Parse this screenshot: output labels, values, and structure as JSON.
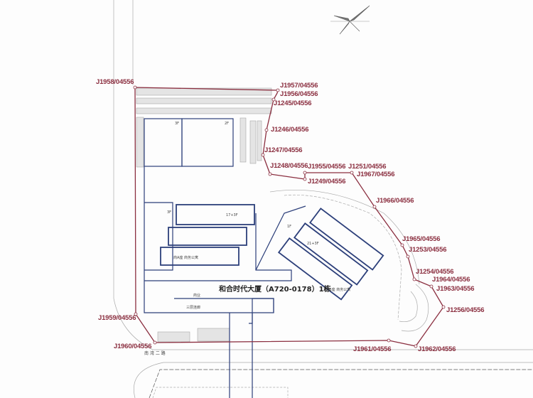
{
  "boundary_points": [
    {
      "id": "J1958",
      "label": "J1958/04556"
    },
    {
      "id": "J1957",
      "label": "J1957/04556"
    },
    {
      "id": "J1956",
      "label": "J1956/04556"
    },
    {
      "id": "J1245",
      "label": "J1245/04556"
    },
    {
      "id": "J1246",
      "label": "J1246/04556"
    },
    {
      "id": "J1247",
      "label": "J1247/04556"
    },
    {
      "id": "J1248",
      "label": "J1248/04556"
    },
    {
      "id": "J1955",
      "label": "J1955/04556"
    },
    {
      "id": "J1251",
      "label": "J1251/04556"
    },
    {
      "id": "J1249",
      "label": "J1249/04556"
    },
    {
      "id": "J1967",
      "label": "J1967/04556"
    },
    {
      "id": "J1966",
      "label": "J1966/04556"
    },
    {
      "id": "J1965",
      "label": "J1965/04556"
    },
    {
      "id": "J1253",
      "label": "J1253/04556"
    },
    {
      "id": "J1254",
      "label": "J1254/04556"
    },
    {
      "id": "J1964",
      "label": "J1964/04556"
    },
    {
      "id": "J1963",
      "label": "J1963/04556"
    },
    {
      "id": "J1256",
      "label": "J1256/04556"
    },
    {
      "id": "J1959",
      "label": "J1959/04556"
    },
    {
      "id": "J1960",
      "label": "J1960/04556"
    },
    {
      "id": "J1961",
      "label": "J1961/04556"
    },
    {
      "id": "J1962",
      "label": "J1962/04556"
    }
  ],
  "building": {
    "main_label": "和合时代大厦（A720-0178）1栋",
    "floors_a": "3F",
    "floors_b": "2F",
    "floors_c": "17+3F",
    "floors_d": "21+3F",
    "floors_e": "1F",
    "floors_f": "3F",
    "label_wing_a": "商A座 商务公寓",
    "label_wing_b": "1商B座 商务公寓",
    "label_shop": "商业",
    "label_corridor": "三层连廊"
  },
  "road_label": "南 湾 二 路",
  "colors": {
    "boundary": "#8b2f40",
    "building": "#2c3f7a"
  }
}
